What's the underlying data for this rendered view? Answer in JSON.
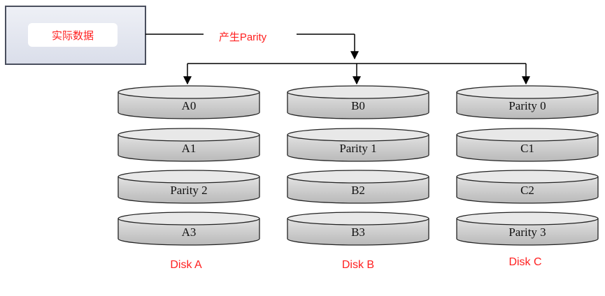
{
  "source": {
    "label": "实际数据"
  },
  "connector": {
    "label": "产生Parity"
  },
  "disks": [
    {
      "label": "Disk A",
      "blocks": [
        "A0",
        "A1",
        "Parity 2",
        "A3"
      ]
    },
    {
      "label": "Disk B",
      "blocks": [
        "B0",
        "Parity 1",
        "B2",
        "B3"
      ]
    },
    {
      "label": "Disk C",
      "blocks": [
        "Parity 0",
        "C1",
        "C2",
        "Parity 3"
      ]
    }
  ],
  "colors": {
    "accent_text": "#ff2020",
    "line": "#000000",
    "source_box_fill": "#e6e9f1",
    "source_box_border": "#4a4f5e",
    "cylinder_fill_top": "#d9d9d9",
    "cylinder_fill_bottom": "#bdbdbd",
    "cylinder_stroke": "#222222"
  }
}
